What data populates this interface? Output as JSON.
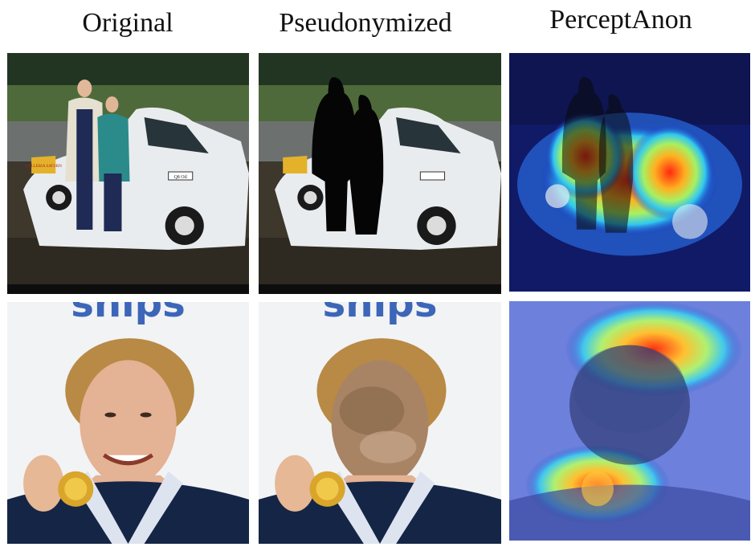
{
  "columns": {
    "original": "Original",
    "pseudonymized": "Pseudonymized",
    "perceptanon": "PerceptAnon"
  },
  "panels": {
    "row1": {
      "car_sticker_text": "GALLERIA SATURN",
      "plate_text": "Q8 Oil"
    },
    "row2": {
      "banner_text": "ships"
    }
  }
}
